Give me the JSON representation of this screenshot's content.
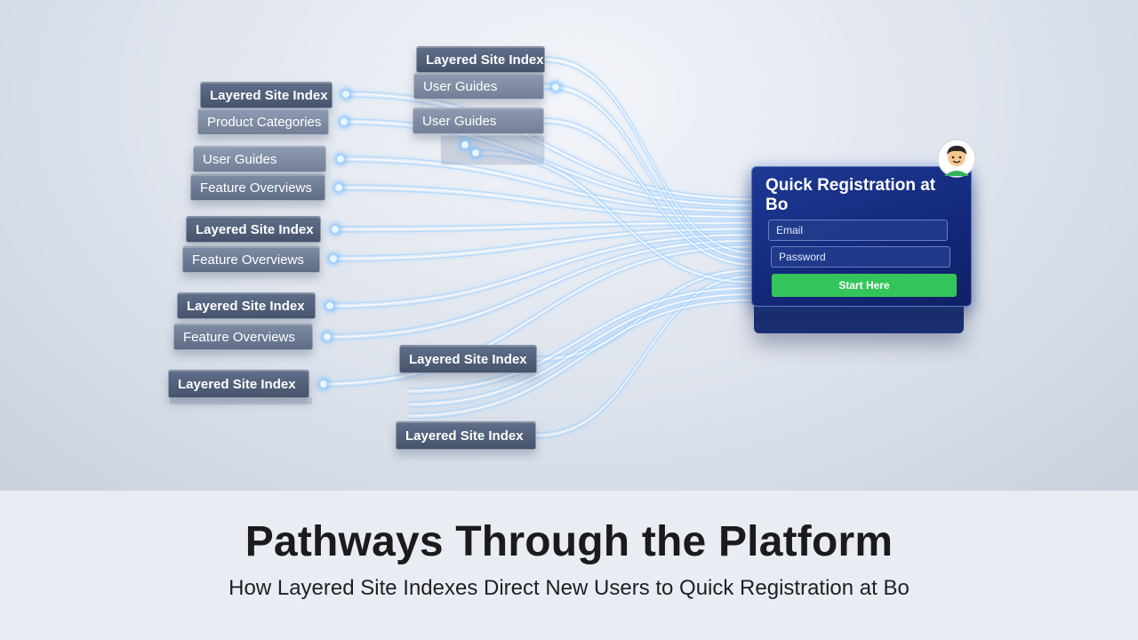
{
  "diagram": {
    "nodes": {
      "top_1": "Layered Site Index",
      "top_2": "User Guides",
      "top_3": "User Guides",
      "left_1": "Layered Site Index",
      "left_2": "Product Categories",
      "left_3": "User Guides",
      "left_4": "Feature Overviews",
      "left_5": "Layered Site Index",
      "left_6": "Feature Overviews",
      "left_7": "Layered Site Index",
      "left_8": "Feature Overviews",
      "left_9": "Layered Site Index",
      "bottom_1": "Layered Site Index",
      "bottom_2": "Layered Site Index"
    },
    "registration_card": {
      "title": "Quick Registration at Bo",
      "email_placeholder": "Email",
      "password_placeholder": "Password",
      "button_label": "Start Here"
    },
    "icons": {
      "avatar": "user-avatar-icon"
    },
    "colors": {
      "flow_line": "#9fd0ff",
      "card_blue": "#13287a",
      "button_green": "#34c55a",
      "node_slate": "#5e6c86"
    }
  },
  "caption": {
    "title": "Pathways Through the Platform",
    "subtitle": "How Layered Site Indexes Direct New Users to Quick Registration at Bo"
  }
}
